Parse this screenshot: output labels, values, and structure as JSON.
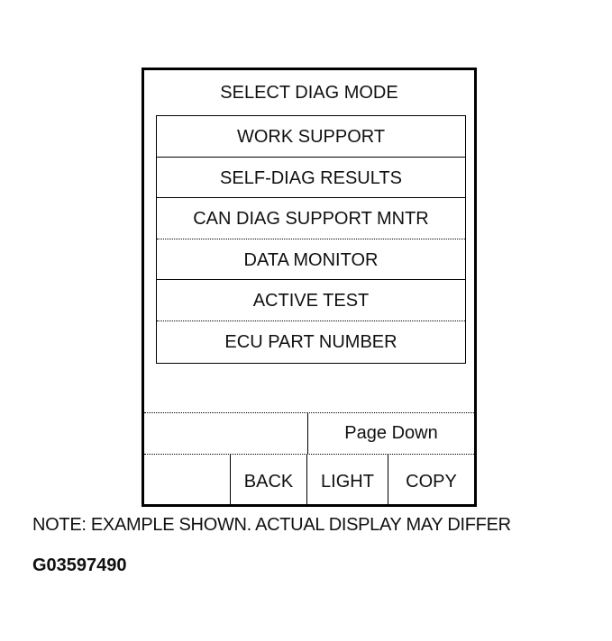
{
  "screen": {
    "title": "SELECT DIAG MODE",
    "menu_items": [
      {
        "label": "WORK SUPPORT"
      },
      {
        "label": "SELF-DIAG RESULTS"
      },
      {
        "label": "CAN DIAG SUPPORT MNTR"
      },
      {
        "label": "DATA MONITOR"
      },
      {
        "label": "ACTIVE TEST"
      },
      {
        "label": "ECU PART NUMBER"
      }
    ],
    "page_down_label": "Page Down",
    "buttons": {
      "blank": "",
      "back": "BACK",
      "light": "LIGHT",
      "copy": "COPY"
    }
  },
  "caption": {
    "note": "NOTE: EXAMPLE SHOWN. ACTUAL DISPLAY MAY DIFFER",
    "figure_code": "G03597490"
  }
}
